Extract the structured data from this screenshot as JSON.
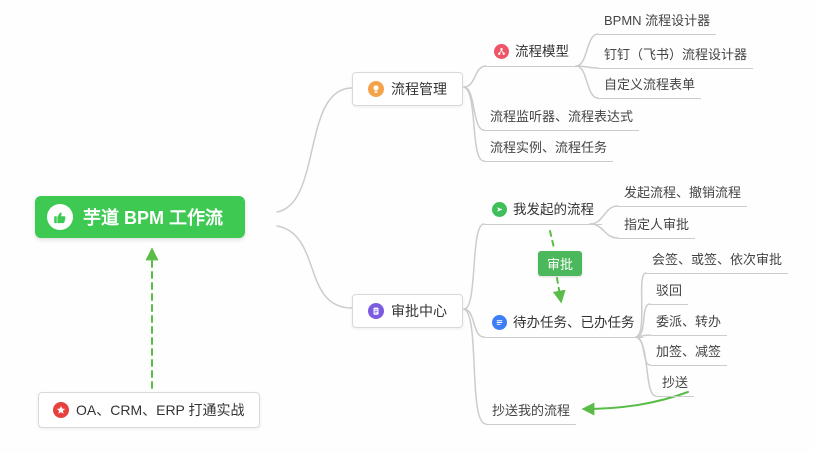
{
  "root": {
    "label": "芋道 BPM 工作流",
    "icon": "thumbs-up-icon"
  },
  "process": {
    "label": "流程管理",
    "icon": "lightbulb-icon",
    "model": {
      "label": "流程模型",
      "icon": "flow-icon",
      "bpmn": "BPMN 流程设计器",
      "dingtalk": "钉钉（飞书）流程设计器",
      "custom_form": "自定义流程表单"
    },
    "listener": "流程监听器、流程表达式",
    "instance": "流程实例、流程任务"
  },
  "approval": {
    "label": "审批中心",
    "icon": "clipboard-icon",
    "my_initiated": {
      "label": "我发起的流程",
      "icon": "send-icon",
      "initiate_cancel": "发起流程、撤销流程",
      "assignee": "指定人审批"
    },
    "tag": "审批",
    "todo_done": {
      "label": "待办任务、已办任务",
      "icon": "tasks-icon",
      "countersign": "会签、或签、依次审批",
      "reject": "驳回",
      "delegate": "委派、转办",
      "sign": "加签、减签",
      "cc": "抄送"
    },
    "cc_my": "抄送我的流程"
  },
  "integration": {
    "label": "OA、CRM、ERP 打通实战",
    "icon": "star-icon"
  },
  "colors": {
    "root_bg": "#3ec953",
    "process_icon_bg": "#f5a34a",
    "model_icon_bg": "#ee5566",
    "approval_icon_bg": "#7b5ce0",
    "my_initiated_icon_bg": "#3fbf5a",
    "todo_icon_bg": "#3d7ef7",
    "integration_icon_bg": "#e7413e",
    "tag_bg": "#4cb85c",
    "connector": "#cccccc",
    "arrow_green": "#5abc49"
  }
}
